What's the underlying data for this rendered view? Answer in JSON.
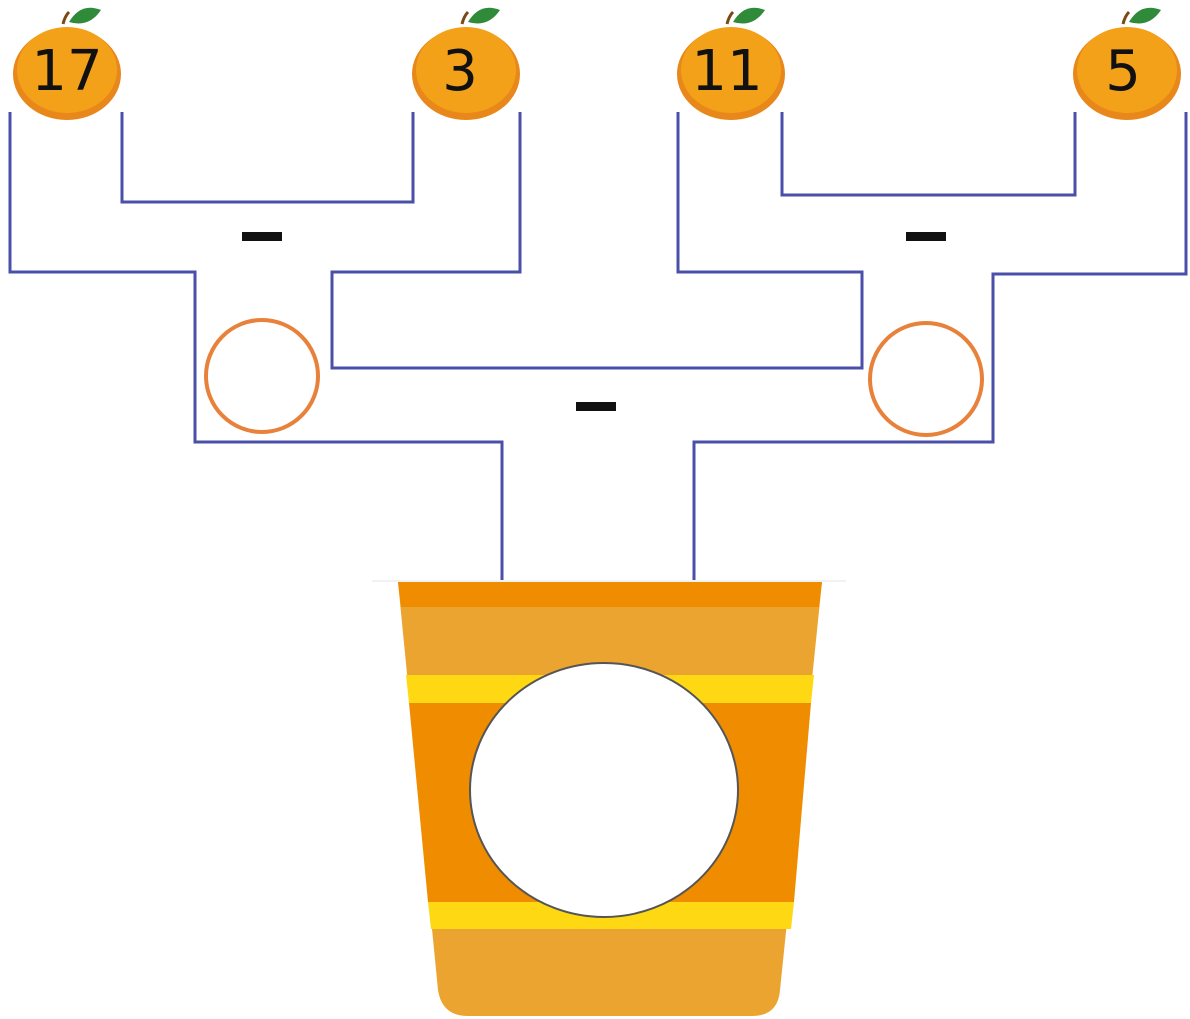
{
  "fruits": [
    {
      "label": "17"
    },
    {
      "label": "3"
    },
    {
      "label": "11"
    },
    {
      "label": "5"
    }
  ],
  "operators": {
    "left": "−",
    "right": "−",
    "center": "−"
  },
  "colors": {
    "pipe": "#4a4fa8",
    "orange": "#f4a11a",
    "orange_shadow": "#e8871a",
    "leaf": "#2f8a3a",
    "answer_circle_stroke": "#e8813a",
    "cup_top_band": "#f08c00",
    "cup_light": "#eba430",
    "cup_stripe": "#ffd814",
    "cup_dark_band": "#f08c00"
  },
  "icons": {
    "fruit": "orange-fruit-icon",
    "cup": "juice-cup-icon"
  }
}
